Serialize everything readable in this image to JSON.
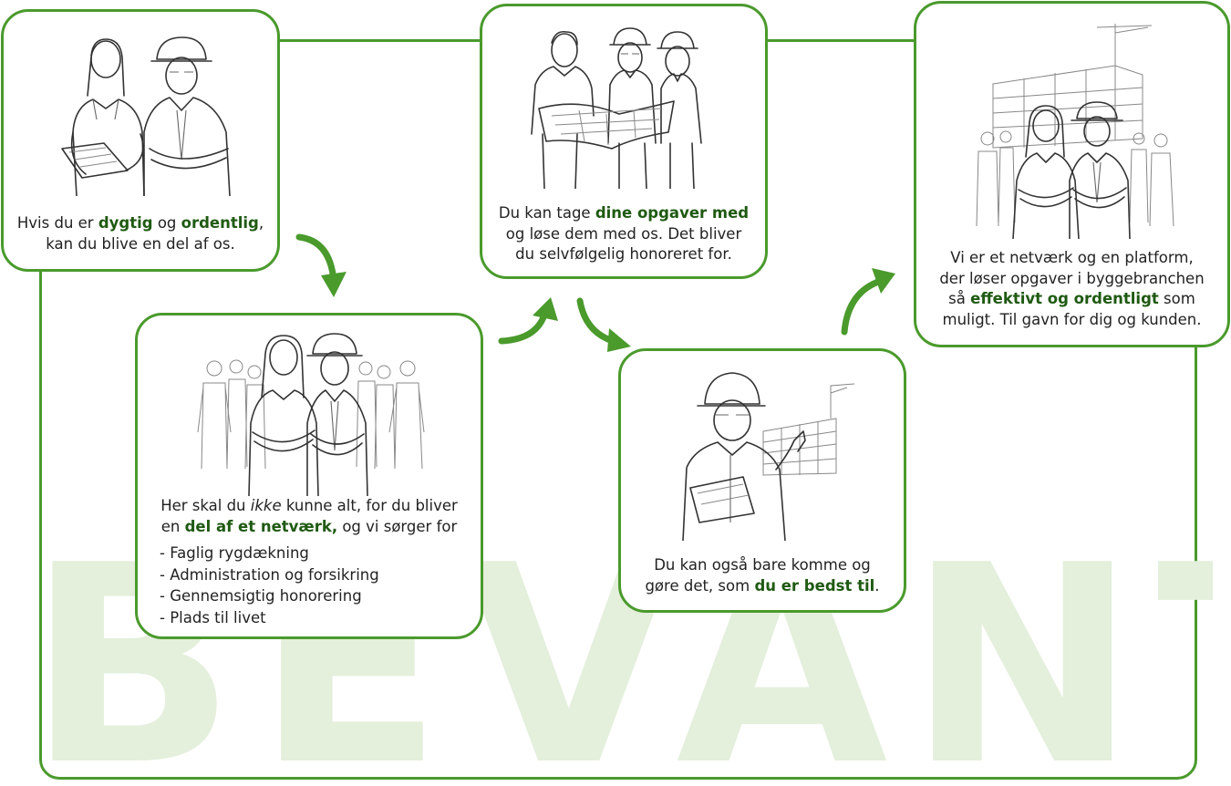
{
  "brand": {
    "watermark": "BEVANT",
    "accent": "#4a9a2c",
    "accent_dark": "#1f5a12",
    "watermark_color": "#e4efdc"
  },
  "cards": {
    "c1": {
      "pre": "Hvis du er ",
      "b1": "dygtig",
      "mid": " og ",
      "b2": "ordentlig",
      "post": ",",
      "line2": "kan du blive en del af os."
    },
    "c2": {
      "line1": "Her skal du ",
      "em": "ikke",
      "line1b": " kunne alt, for du bliver",
      "line2_pre": "en ",
      "line2_b": "del af et netværk,",
      "line2_post": " og vi sørger for",
      "items": [
        "- Faglig rygdækning",
        "- Administration og forsikring",
        "- Gennemsigtig honorering",
        "- Plads til livet"
      ]
    },
    "c3": {
      "pre": "Du kan tage ",
      "b": "dine opgaver med",
      "line2": "og løse dem med os. Det bliver",
      "line3": "du selvfølgelig honoreret for."
    },
    "c4": {
      "line1": "Du kan også bare komme og",
      "pre": "gøre det, som ",
      "b": "du er bedst til",
      "post": "."
    },
    "c5": {
      "line1": "Vi er et netværk og en platform,",
      "line2": "der løser opgaver i byggebranchen",
      "pre": "så ",
      "b": "effektivt og ordentligt",
      "post": " som",
      "line4": "muligt. Til gavn for dig og kunden."
    }
  },
  "icons": [
    "arrow-1-icon",
    "arrow-2-icon",
    "arrow-3-icon",
    "arrow-4-icon"
  ]
}
